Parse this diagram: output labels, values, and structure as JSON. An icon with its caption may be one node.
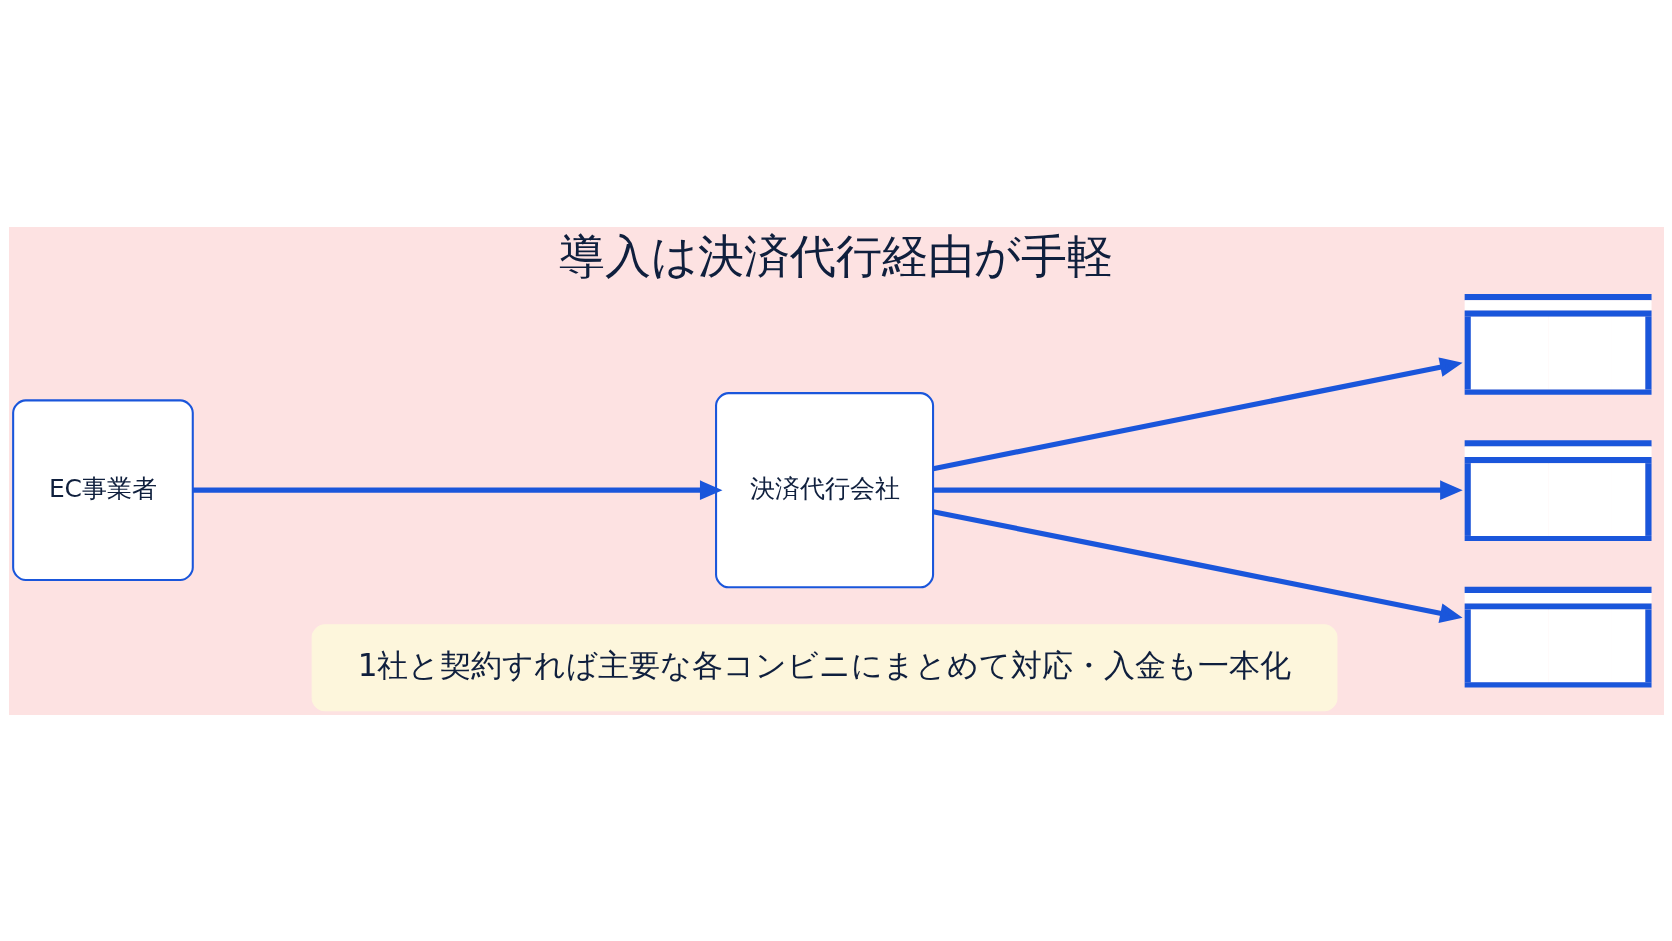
{
  "diagram": {
    "title": "導入は決済代行経由が手軽",
    "nodes": [
      {
        "text": [
          "EC事業者"
        ]
      },
      {
        "text": [
          "決済代行会社"
        ]
      },
      {
        "text": [],
        "shape": "store"
      },
      {
        "text": [],
        "shape": "store"
      },
      {
        "text": [],
        "shape": "store"
      },
      {
        "text": [
          "1社と契約すれば主要な各コンビニにまとめて対応・入金も一本化"
        ]
      }
    ],
    "edges": [
      {
        "from": 0,
        "to": 1,
        "arrow": "to"
      },
      {
        "from": 1,
        "to": 2,
        "arrow": "to"
      },
      {
        "from": 1,
        "to": 3,
        "arrow": "to"
      },
      {
        "from": 1,
        "to": 4,
        "arrow": "to"
      }
    ]
  }
}
